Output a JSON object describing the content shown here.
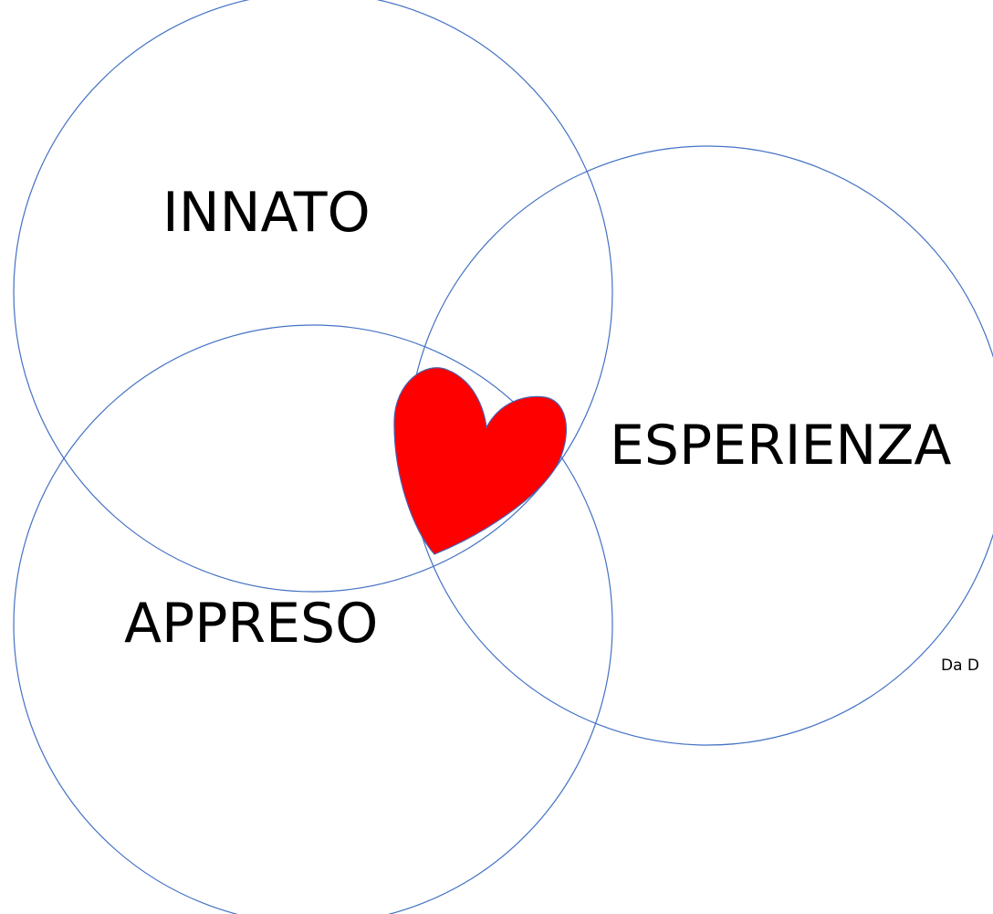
{
  "diagram": {
    "labels": {
      "innato": "INNATO",
      "esperienza": "ESPERIENZA",
      "appreso": "APPRESO"
    },
    "credit": "Da D",
    "colors": {
      "circle_stroke": "#4472c4",
      "heart_fill": "#ff0000",
      "heart_stroke": "#4a5fb0",
      "text": "#000000"
    },
    "icon": "heart-icon"
  }
}
